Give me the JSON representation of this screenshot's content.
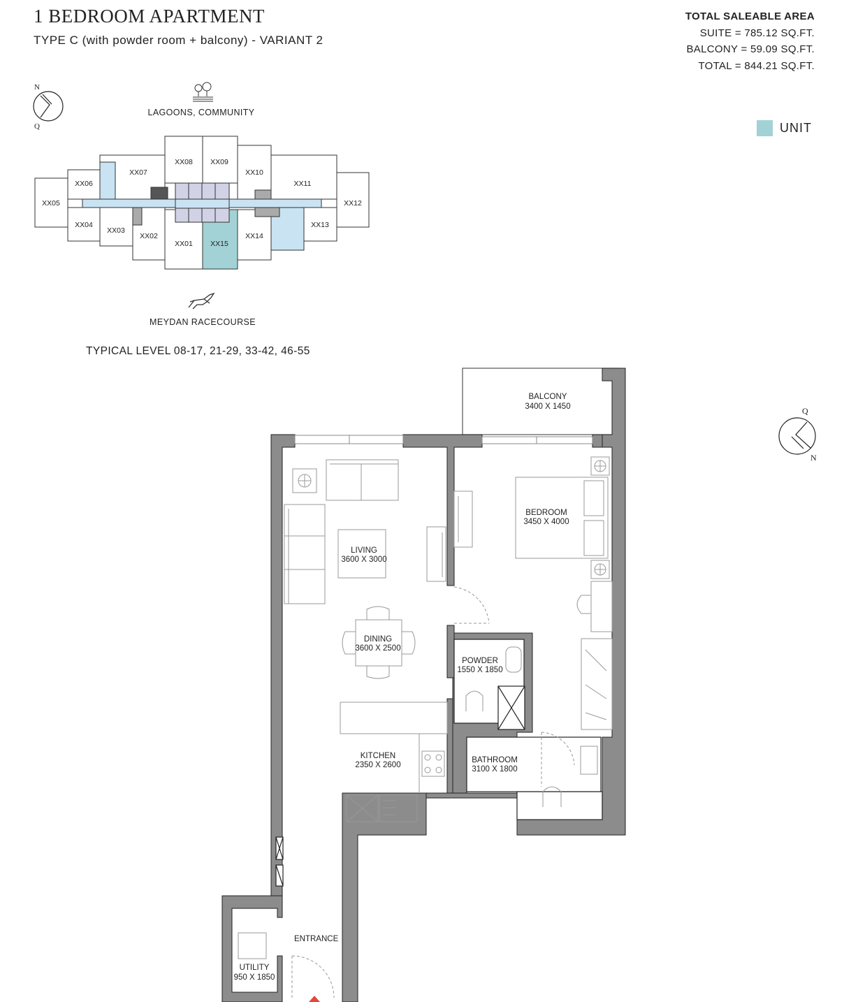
{
  "header": {
    "title": "1 BEDROOM APARTMENT",
    "subtitle": "TYPE C (with powder room + balcony) - VARIANT 2"
  },
  "area": {
    "heading": "TOTAL SALEABLE AREA",
    "suite": "SUITE = 785.12 SQ.FT.",
    "balcony": "BALCONY = 59.09 SQ.FT.",
    "total": "TOTAL = 844.21 SQ.FT."
  },
  "legend": {
    "label": "UNIT",
    "color": "#a2d2d5"
  },
  "key_plan": {
    "compass": {
      "top": "N",
      "bottom": "Q"
    },
    "top_view": "LAGOONS, COMMUNITY",
    "bottom_view": "MEYDAN RACECOURSE",
    "levels": "TYPICAL LEVEL 08-17, 21-29, 33-42, 46-55",
    "units": [
      "XX01",
      "XX02",
      "XX03",
      "XX04",
      "XX05",
      "XX06",
      "XX07",
      "XX08",
      "XX09",
      "XX10",
      "XX11",
      "XX12",
      "XX13",
      "XX14",
      "XX15"
    ],
    "highlighted_unit": "XX15"
  },
  "floor_plan": {
    "compass": {
      "top": "Q",
      "bottom": "N"
    },
    "rooms": {
      "balcony": {
        "name": "BALCONY",
        "size": "3400 X 1450"
      },
      "living": {
        "name": "LIVING",
        "size": "3600 X 3000"
      },
      "bedroom": {
        "name": "BEDROOM",
        "size": "3450 X 4000"
      },
      "dining": {
        "name": "DINING",
        "size": "3600 X 2500"
      },
      "powder": {
        "name": "POWDER",
        "size": "1550 X 1850"
      },
      "kitchen": {
        "name": "KITCHEN",
        "size": "2350 X 2600"
      },
      "bathroom": {
        "name": "BATHROOM",
        "size": "3100 X 1800"
      },
      "utility": {
        "name": "UTILITY",
        "size": "950 X 1850"
      }
    },
    "entrance": "ENTRANCE"
  }
}
